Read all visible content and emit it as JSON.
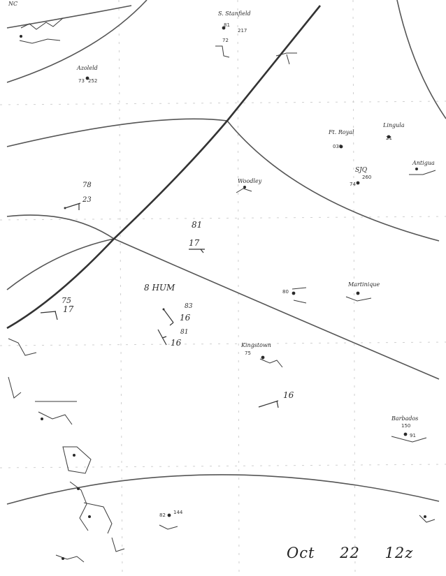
{
  "chart_title": {
    "month": "Oct",
    "day": "22",
    "time": "12z"
  },
  "observations": [
    {
      "id": "obs-81-17",
      "temp": "81",
      "wind": "17"
    },
    {
      "id": "obs-78-23",
      "temp": "78",
      "wind": "23"
    },
    {
      "id": "obs-75-17",
      "temp": "75",
      "wind": "17"
    },
    {
      "id": "obs-83-16",
      "temp": "83",
      "wind": "16"
    },
    {
      "id": "obs-81-16",
      "temp": "81",
      "wind": "16"
    },
    {
      "id": "obs-16",
      "temp": "",
      "wind": "16"
    }
  ],
  "annotations": {
    "center_label": "8 HUM",
    "sjq": "SJQ"
  },
  "station_names": {
    "top_center": "S. Stanfield",
    "top_left": "NC",
    "upper_left": "Azoleld",
    "right_upper": "Ft. Royal",
    "right_upper2": "Lingula",
    "right_mid": "Antigua",
    "middle": "Woodley",
    "middle_low": "Kingstown",
    "right_low": "Barbados",
    "right_mid2": "Martinique"
  },
  "station_numbers": {
    "s1": "81",
    "s2": "217",
    "s3": "72",
    "s4": "030",
    "s5": "73",
    "s6": "252",
    "s7": "21",
    "s8": "260",
    "s9": "74",
    "s10": "75",
    "s11": "150",
    "s12": "80",
    "s13": "91",
    "s14": "82",
    "s15": "144"
  },
  "colors": {
    "ink": "#2a2a2a",
    "isobar": "#555555",
    "grid": "#c8c8c8",
    "background": "#ffffff"
  }
}
